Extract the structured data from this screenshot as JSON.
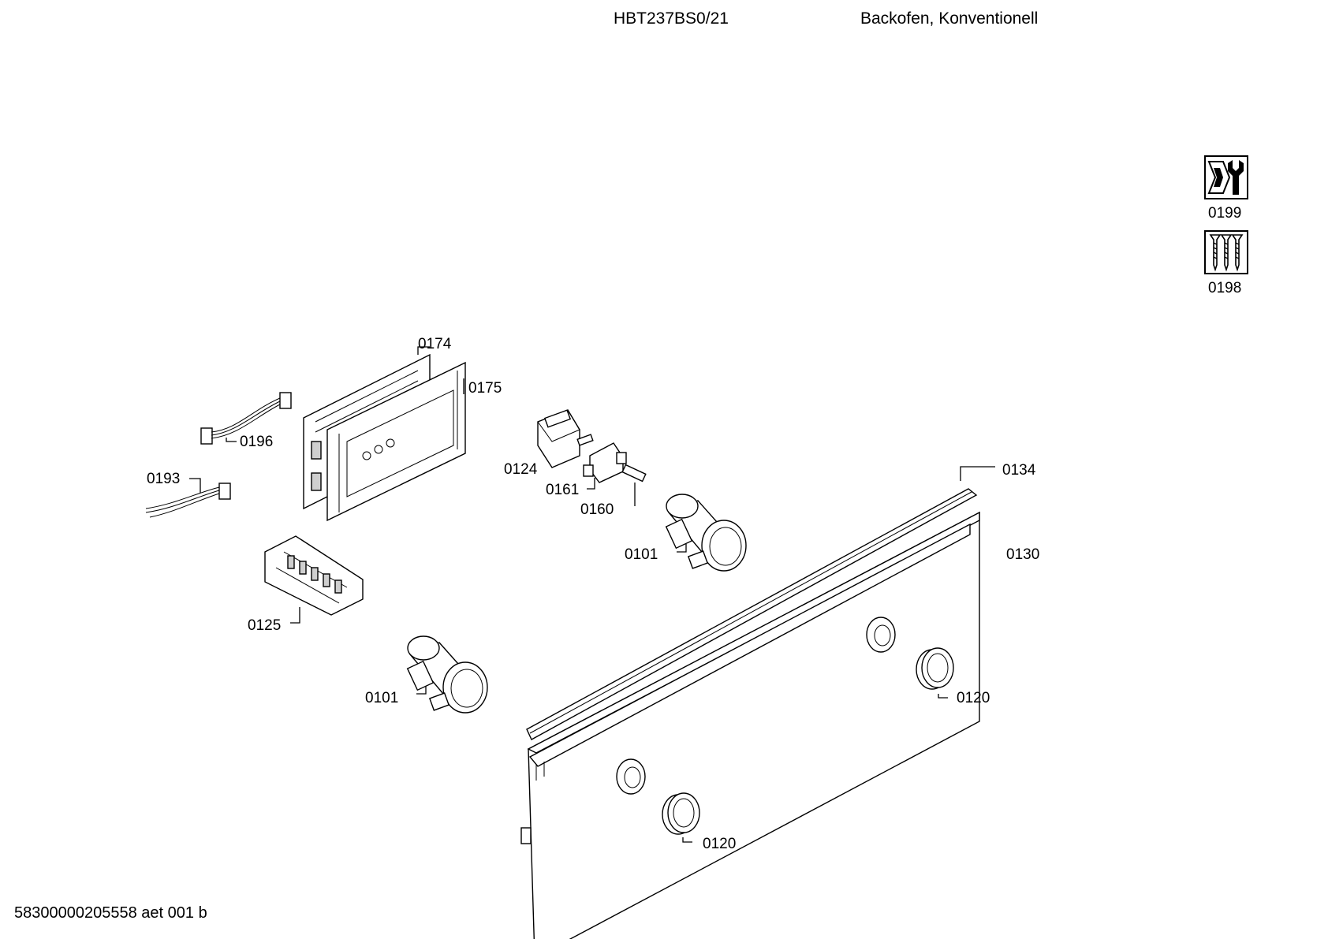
{
  "header": {
    "model": "HBT237BS0/21",
    "description": "Backofen, Konventionell"
  },
  "footer": {
    "doc_code": "58300000205558 aet 001 b"
  },
  "symbols": {
    "tool_label": "0199",
    "screws_label": "0198"
  },
  "parts": {
    "p0174": "0174",
    "p0175": "0175",
    "p0196": "0196",
    "p0193": "0193",
    "p0124": "0124",
    "p0161": "0161",
    "p0160": "0160",
    "p0134": "0134",
    "p0101a": "0101",
    "p0130": "0130",
    "p0125": "0125",
    "p0101b": "0101",
    "p0120a": "0120",
    "p0120b": "0120"
  }
}
